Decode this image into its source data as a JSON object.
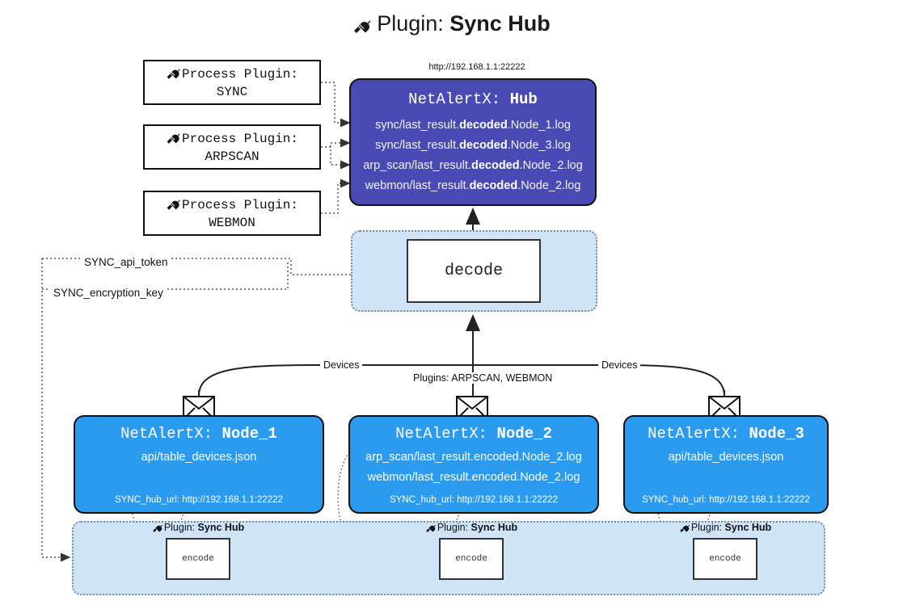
{
  "title": {
    "icon": "plug-icon",
    "label": "Plugin:",
    "value": "Sync Hub"
  },
  "hub": {
    "url": "http://192.168.1.1:22222",
    "header_label": "NetAlertX:",
    "header_value": "Hub",
    "log_lines": [
      {
        "pre": "sync/last_result.",
        "em": "decoded",
        "post": ".Node_1.log"
      },
      {
        "pre": "sync/last_result.",
        "em": "decoded",
        "post": ".Node_3.log"
      },
      {
        "pre": "arp_scan/last_result.",
        "em": "decoded",
        "post": ".Node_2.log"
      },
      {
        "pre": "webmon/last_result.",
        "em": "decoded",
        "post": ".Node_2.log"
      }
    ],
    "color": "#4a4ab4"
  },
  "process_plugins": [
    {
      "icon": "plug-icon",
      "label": "Process Plugin:",
      "name": "SYNC"
    },
    {
      "icon": "plug-icon",
      "label": "Process Plugin:",
      "name": "ARPSCAN"
    },
    {
      "icon": "plug-icon",
      "label": "Process Plugin:",
      "name": "WEBMON"
    }
  ],
  "tokens": {
    "api_token": "SYNC_api_token",
    "encryption_key": "SYNC_encryption_key"
  },
  "decode": {
    "label": "decode",
    "zone_color": "#cfe4f7"
  },
  "mid_labels": {
    "devices_left": "Devices",
    "devices_right": "Devices",
    "plugins": "Plugins: ARPSCAN, WEBMON"
  },
  "nodes": [
    {
      "icon": "envelope-icon",
      "header_label": "NetAlertX:",
      "header_value": "Node_1",
      "lines": [
        "api/table_devices.json"
      ],
      "sub": "SYNC_hub_url: http://192.168.1.1:22222",
      "color": "#2b9bf0"
    },
    {
      "icon": "envelope-icon",
      "header_label": "NetAlertX:",
      "header_value": "Node_2",
      "lines": [
        "arp_scan/last_result.encoded.Node_2.log",
        "webmon/last_result.encoded.Node_2.log"
      ],
      "sub": "SYNC_hub_url: http://192.168.1.1:22222",
      "color": "#2b9bf0"
    },
    {
      "icon": "envelope-icon",
      "header_label": "NetAlertX:",
      "header_value": "Node_3",
      "lines": [
        "api/table_devices.json"
      ],
      "sub": "SYNC_hub_url: http://192.168.1.1:22222",
      "color": "#2b9bf0"
    }
  ],
  "encoders": [
    {
      "icon": "plug-icon",
      "caption_label": "Plugin:",
      "caption_value": "Sync Hub",
      "box_label": "encode"
    },
    {
      "icon": "plug-icon",
      "caption_label": "Plugin:",
      "caption_value": "Sync Hub",
      "box_label": "encode"
    },
    {
      "icon": "plug-icon",
      "caption_label": "Plugin:",
      "caption_value": "Sync Hub",
      "box_label": "encode"
    }
  ]
}
